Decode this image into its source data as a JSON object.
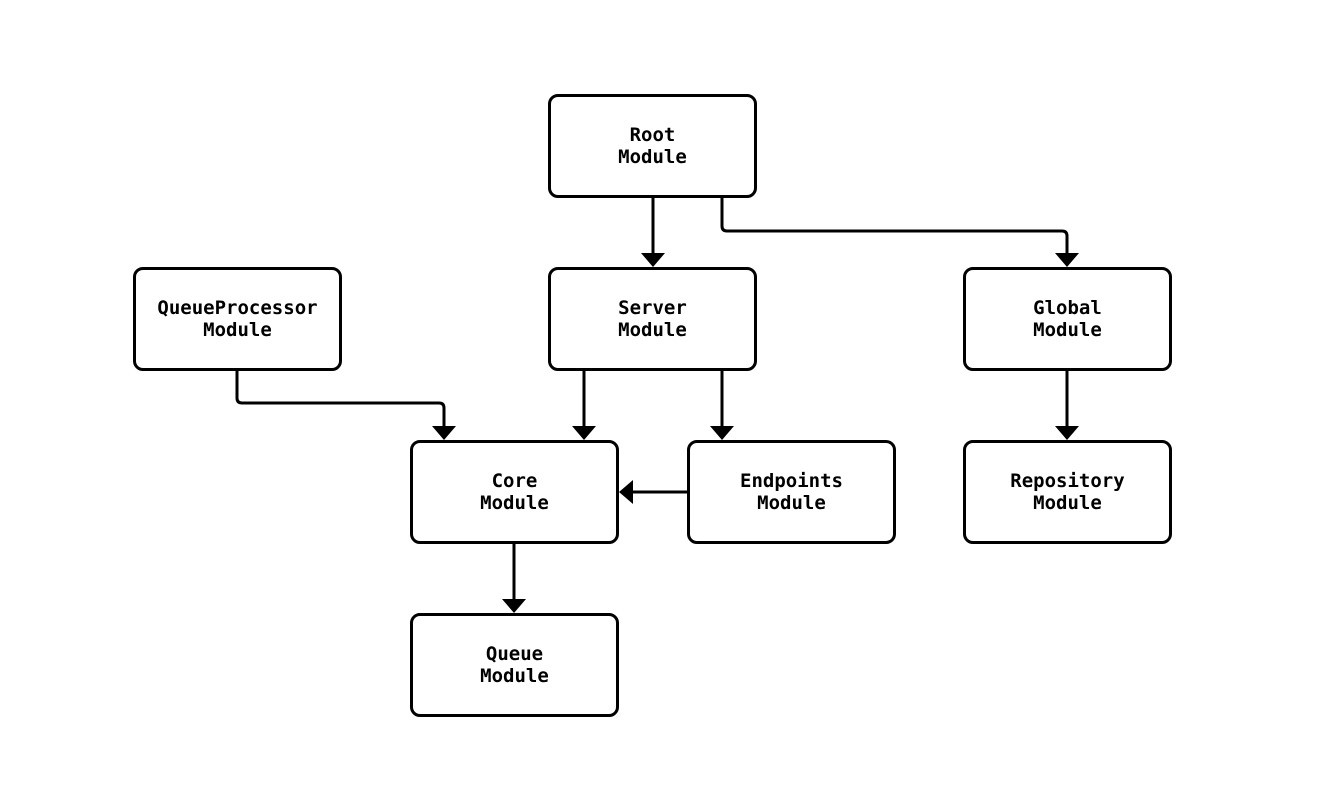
{
  "diagram": {
    "type": "module-dependency-flowchart",
    "background_color": "#ffffff",
    "stroke_color": "#000000",
    "text_color": "#000000",
    "nodes": {
      "root": {
        "line1": "Root",
        "line2": "Module"
      },
      "queueprocessor": {
        "line1": "QueueProcessor",
        "line2": "Module"
      },
      "server": {
        "line1": "Server",
        "line2": "Module"
      },
      "global": {
        "line1": "Global",
        "line2": "Module"
      },
      "core": {
        "line1": "Core",
        "line2": "Module"
      },
      "endpoints": {
        "line1": "Endpoints",
        "line2": "Module"
      },
      "repository": {
        "line1": "Repository",
        "line2": "Module"
      },
      "queue": {
        "line1": "Queue",
        "line2": "Module"
      }
    },
    "edges": [
      {
        "from": "Root Module",
        "to": "Server Module"
      },
      {
        "from": "Root Module",
        "to": "Global Module"
      },
      {
        "from": "QueueProcessor Module",
        "to": "Core Module"
      },
      {
        "from": "Server Module",
        "to": "Core Module"
      },
      {
        "from": "Server Module",
        "to": "Endpoints Module"
      },
      {
        "from": "Endpoints Module",
        "to": "Core Module"
      },
      {
        "from": "Global Module",
        "to": "Repository Module"
      },
      {
        "from": "Core Module",
        "to": "Queue Module"
      }
    ]
  }
}
